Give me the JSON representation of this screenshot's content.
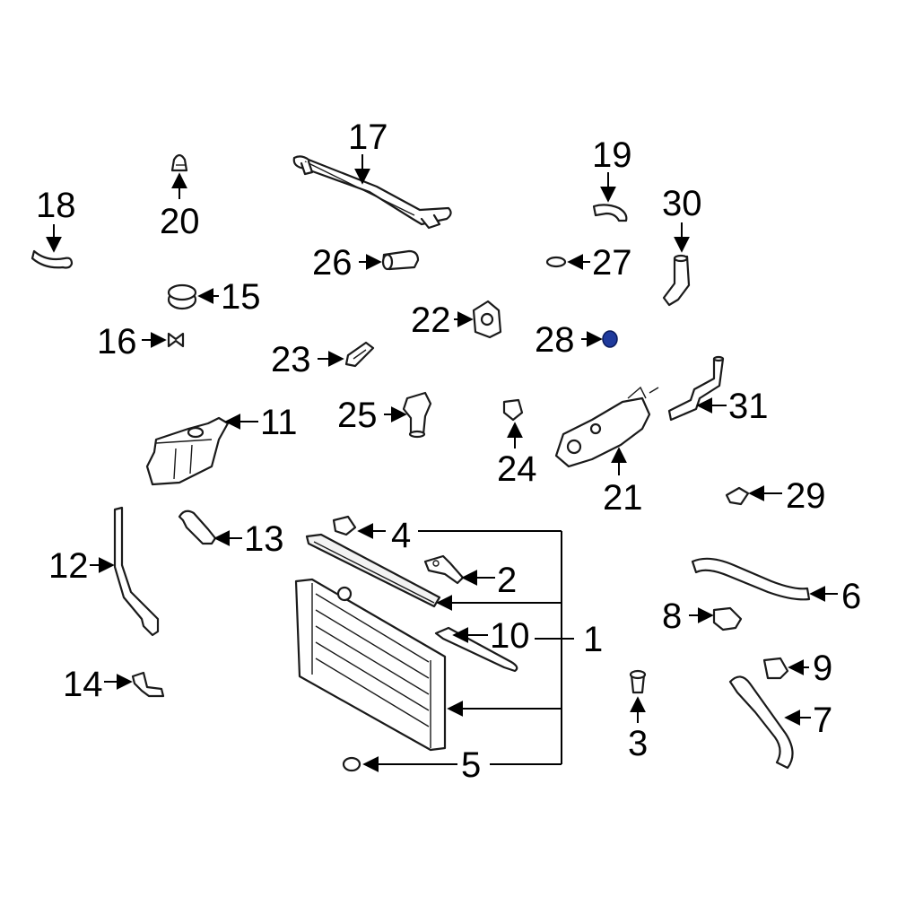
{
  "callouts": {
    "c1": "1",
    "c2": "2",
    "c3": "3",
    "c4": "4",
    "c5": "5",
    "c6": "6",
    "c7": "7",
    "c8": "8",
    "c9": "9",
    "c10": "10",
    "c11": "11",
    "c12": "12",
    "c13": "13",
    "c14": "14",
    "c15": "15",
    "c16": "16",
    "c17": "17",
    "c18": "18",
    "c19": "19",
    "c20": "20",
    "c21": "21",
    "c22": "22",
    "c23": "23",
    "c24": "24",
    "c25": "25",
    "c26": "26",
    "c27": "27",
    "c28": "28",
    "c29": "29",
    "c30": "30",
    "c31": "31"
  },
  "colors": {
    "highlight_part": "#1f3a9c",
    "line": "#1a1a1a",
    "background": "#ffffff"
  },
  "highlighted_part": "c28"
}
